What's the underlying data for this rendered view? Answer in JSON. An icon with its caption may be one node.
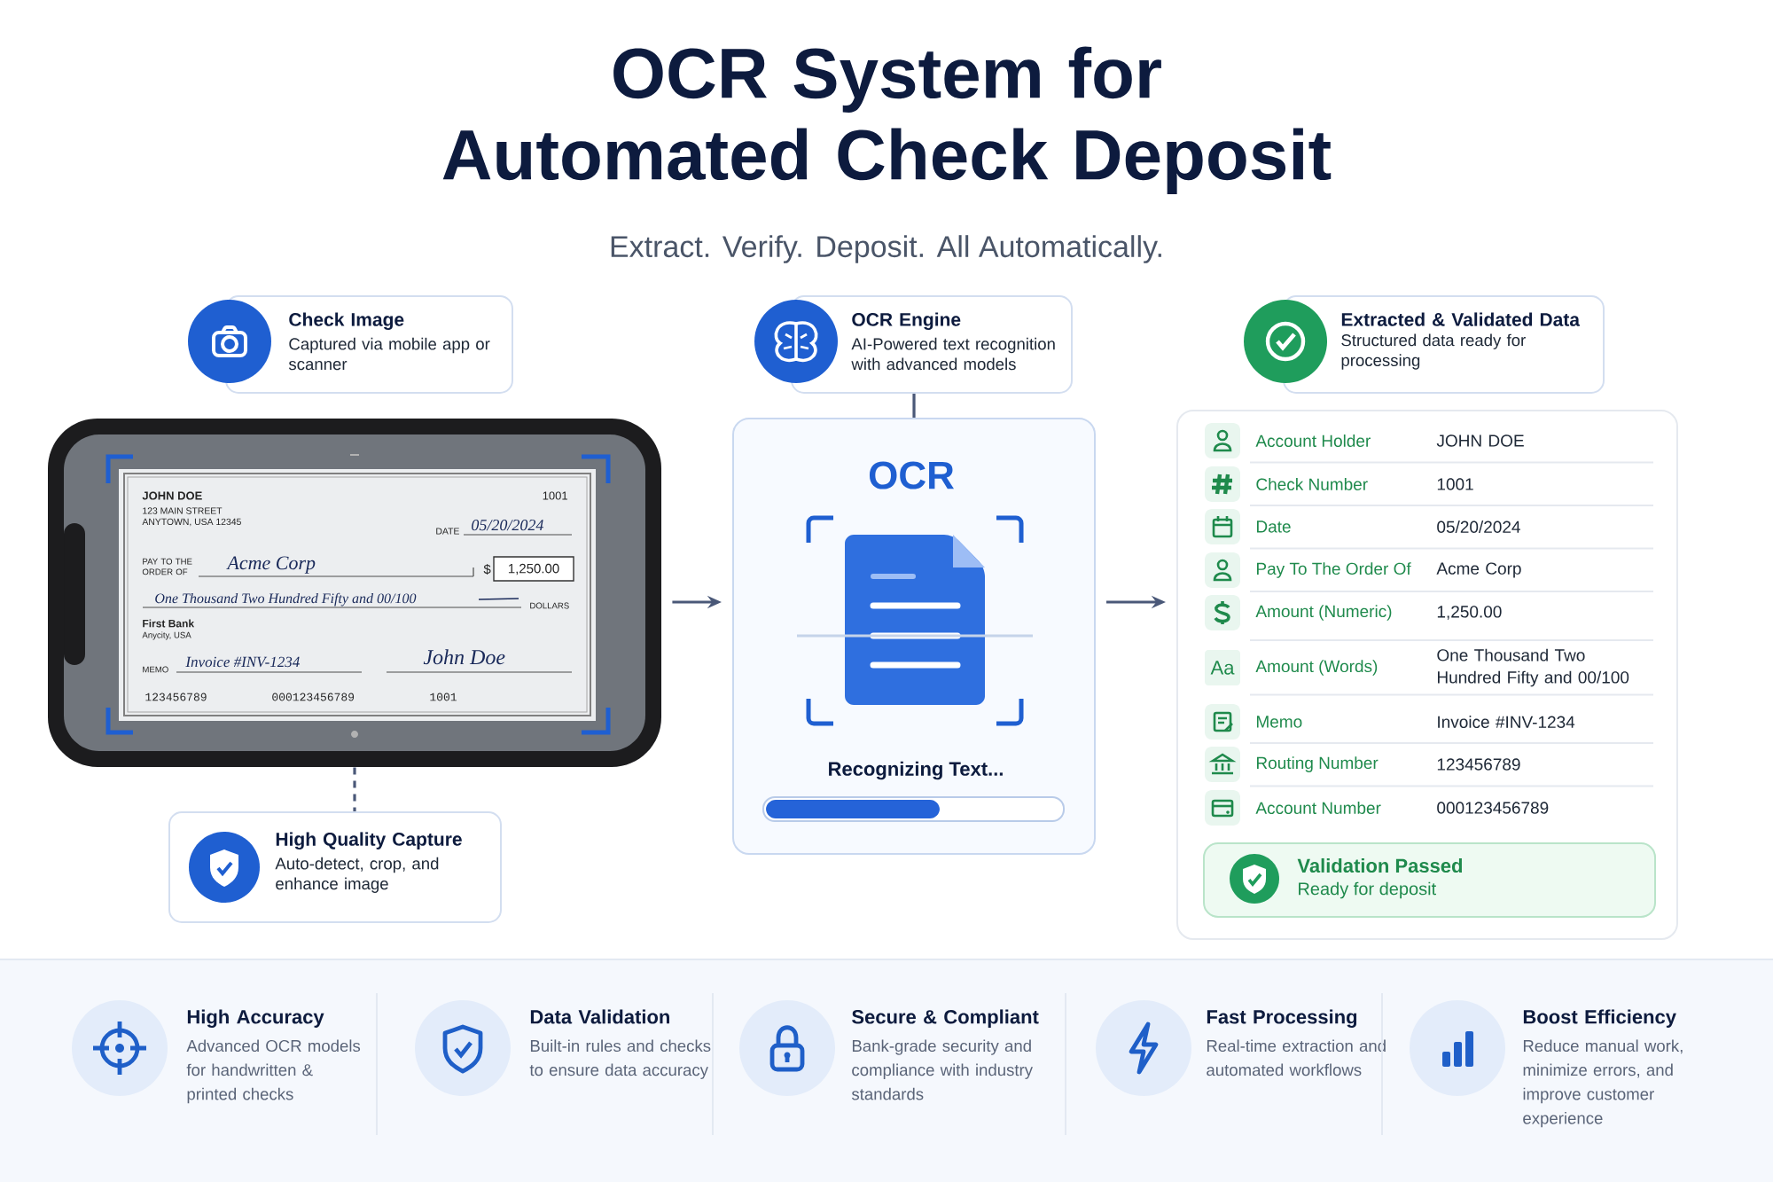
{
  "diagram": {
    "title": "OCR System for Automated Check Deposit",
    "nodes": [
      {
        "text": [
          "Check Image",
          "Captured via mobile app or scanner"
        ]
      },
      {
        "text": [
          "OCR Engine",
          "AI-Powered text recognition with advanced models"
        ]
      },
      {
        "text": [
          "Extracted & Validated Data",
          "Structured data ready for processing"
        ]
      },
      {
        "text": [],
        "shape": "picture"
      },
      {
        "text": [
          "OCR",
          "Recognizing Text..."
        ]
      },
      {
        "text": [],
        "shape": "box"
      },
      {
        "text": [
          "High Quality Capture",
          "Auto-detect, crop, and enhance image"
        ]
      },
      {
        "text": [
          "Validation Passed",
          "Ready for deposit"
        ],
        "in": 5
      }
    ],
    "edges": [
      {
        "from": 1,
        "to": 4,
        "arrow": "none"
      },
      {
        "from": 3,
        "to": 4,
        "arrow": "to"
      },
      {
        "from": 4,
        "to": 5,
        "arrow": "to"
      },
      {
        "from": 3,
        "to": 6,
        "arrow": "none",
        "style": "dashed"
      }
    ],
    "labels": [
      "Extract. Verify. Deposit. All Automatically.",
      "JOHN DOE",
      "1001",
      "123 MAIN STREET",
      "ANYTOWN, USA 12345",
      "DATE",
      "05/20/2024",
      "PAY TO THE ORDER OF",
      "Acme Corp",
      "$",
      "1,250.00",
      "One Thousand Two Hundred Fifty and 00/100",
      "DOLLARS",
      "First Bank",
      "Anycity, USA",
      "MEMO",
      "Invoice #INV-1234",
      "John Doe",
      "123456789",
      "000123456789",
      "1001",
      "Account Holder",
      "JOHN DOE",
      "Check Number",
      "1001",
      "Date",
      "05/20/2024",
      "Pay To The Order Of",
      "Acme Corp",
      "Amount (Numeric)",
      "1,250.00",
      "Aa",
      "Amount (Words)",
      "One Thousand Two Hundred Fifty and 00/100",
      "Memo",
      "Invoice #INV-1234",
      "Routing Number",
      "123456789",
      "Account Number",
      "000123456789",
      "High Accuracy",
      "Advanced OCR models for handwritten & printed checks",
      "Data Validation",
      "Built-in rules and checks to ensure data accuracy",
      "Secure & Compliant",
      "Bank-grade security and compliance with industry standards",
      "Fast Processing",
      "Real-time extraction and automated workflows",
      "Boost Efficiency",
      "Reduce manual work, minimize errors, and improve customer experience"
    ]
  }
}
